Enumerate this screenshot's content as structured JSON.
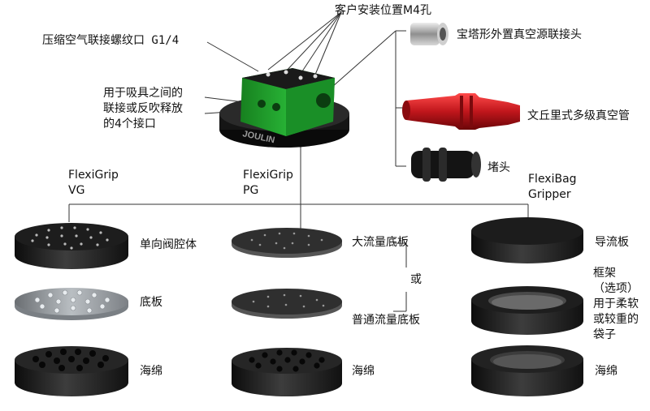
{
  "callouts": {
    "mount_holes": "客户安装位置M4孔",
    "air_port": "压缩空气联接螺纹口 G1/4",
    "ports": "用于吸具之间的\n联接或反吹释放\n的4个接口",
    "pagoda": "宝塔形外置真空源联接头",
    "venturi": "文丘里式多级真空管",
    "plug": "堵头"
  },
  "logo_text": "JOULIN",
  "columns": {
    "vg": {
      "name": "FlexiGrip\nVG",
      "layer1": "单向阀腔体",
      "layer2": "底板",
      "layer3": "海绵"
    },
    "pg": {
      "name": "FlexiGrip\nPG",
      "layer1": "大流量底板",
      "or": "或",
      "layer2": "普通流量底板",
      "layer3": "海绵"
    },
    "bag": {
      "name": "FlexiBag\nGripper",
      "layer1": "导流板",
      "layer2": "框架\n（选项）\n用于柔软\n或较重的\n袋子",
      "layer3": "海绵"
    }
  },
  "colors": {
    "block_green": "#1e9c2c",
    "venturi_red": "#c0161c",
    "dark": "#1b1b1b"
  }
}
